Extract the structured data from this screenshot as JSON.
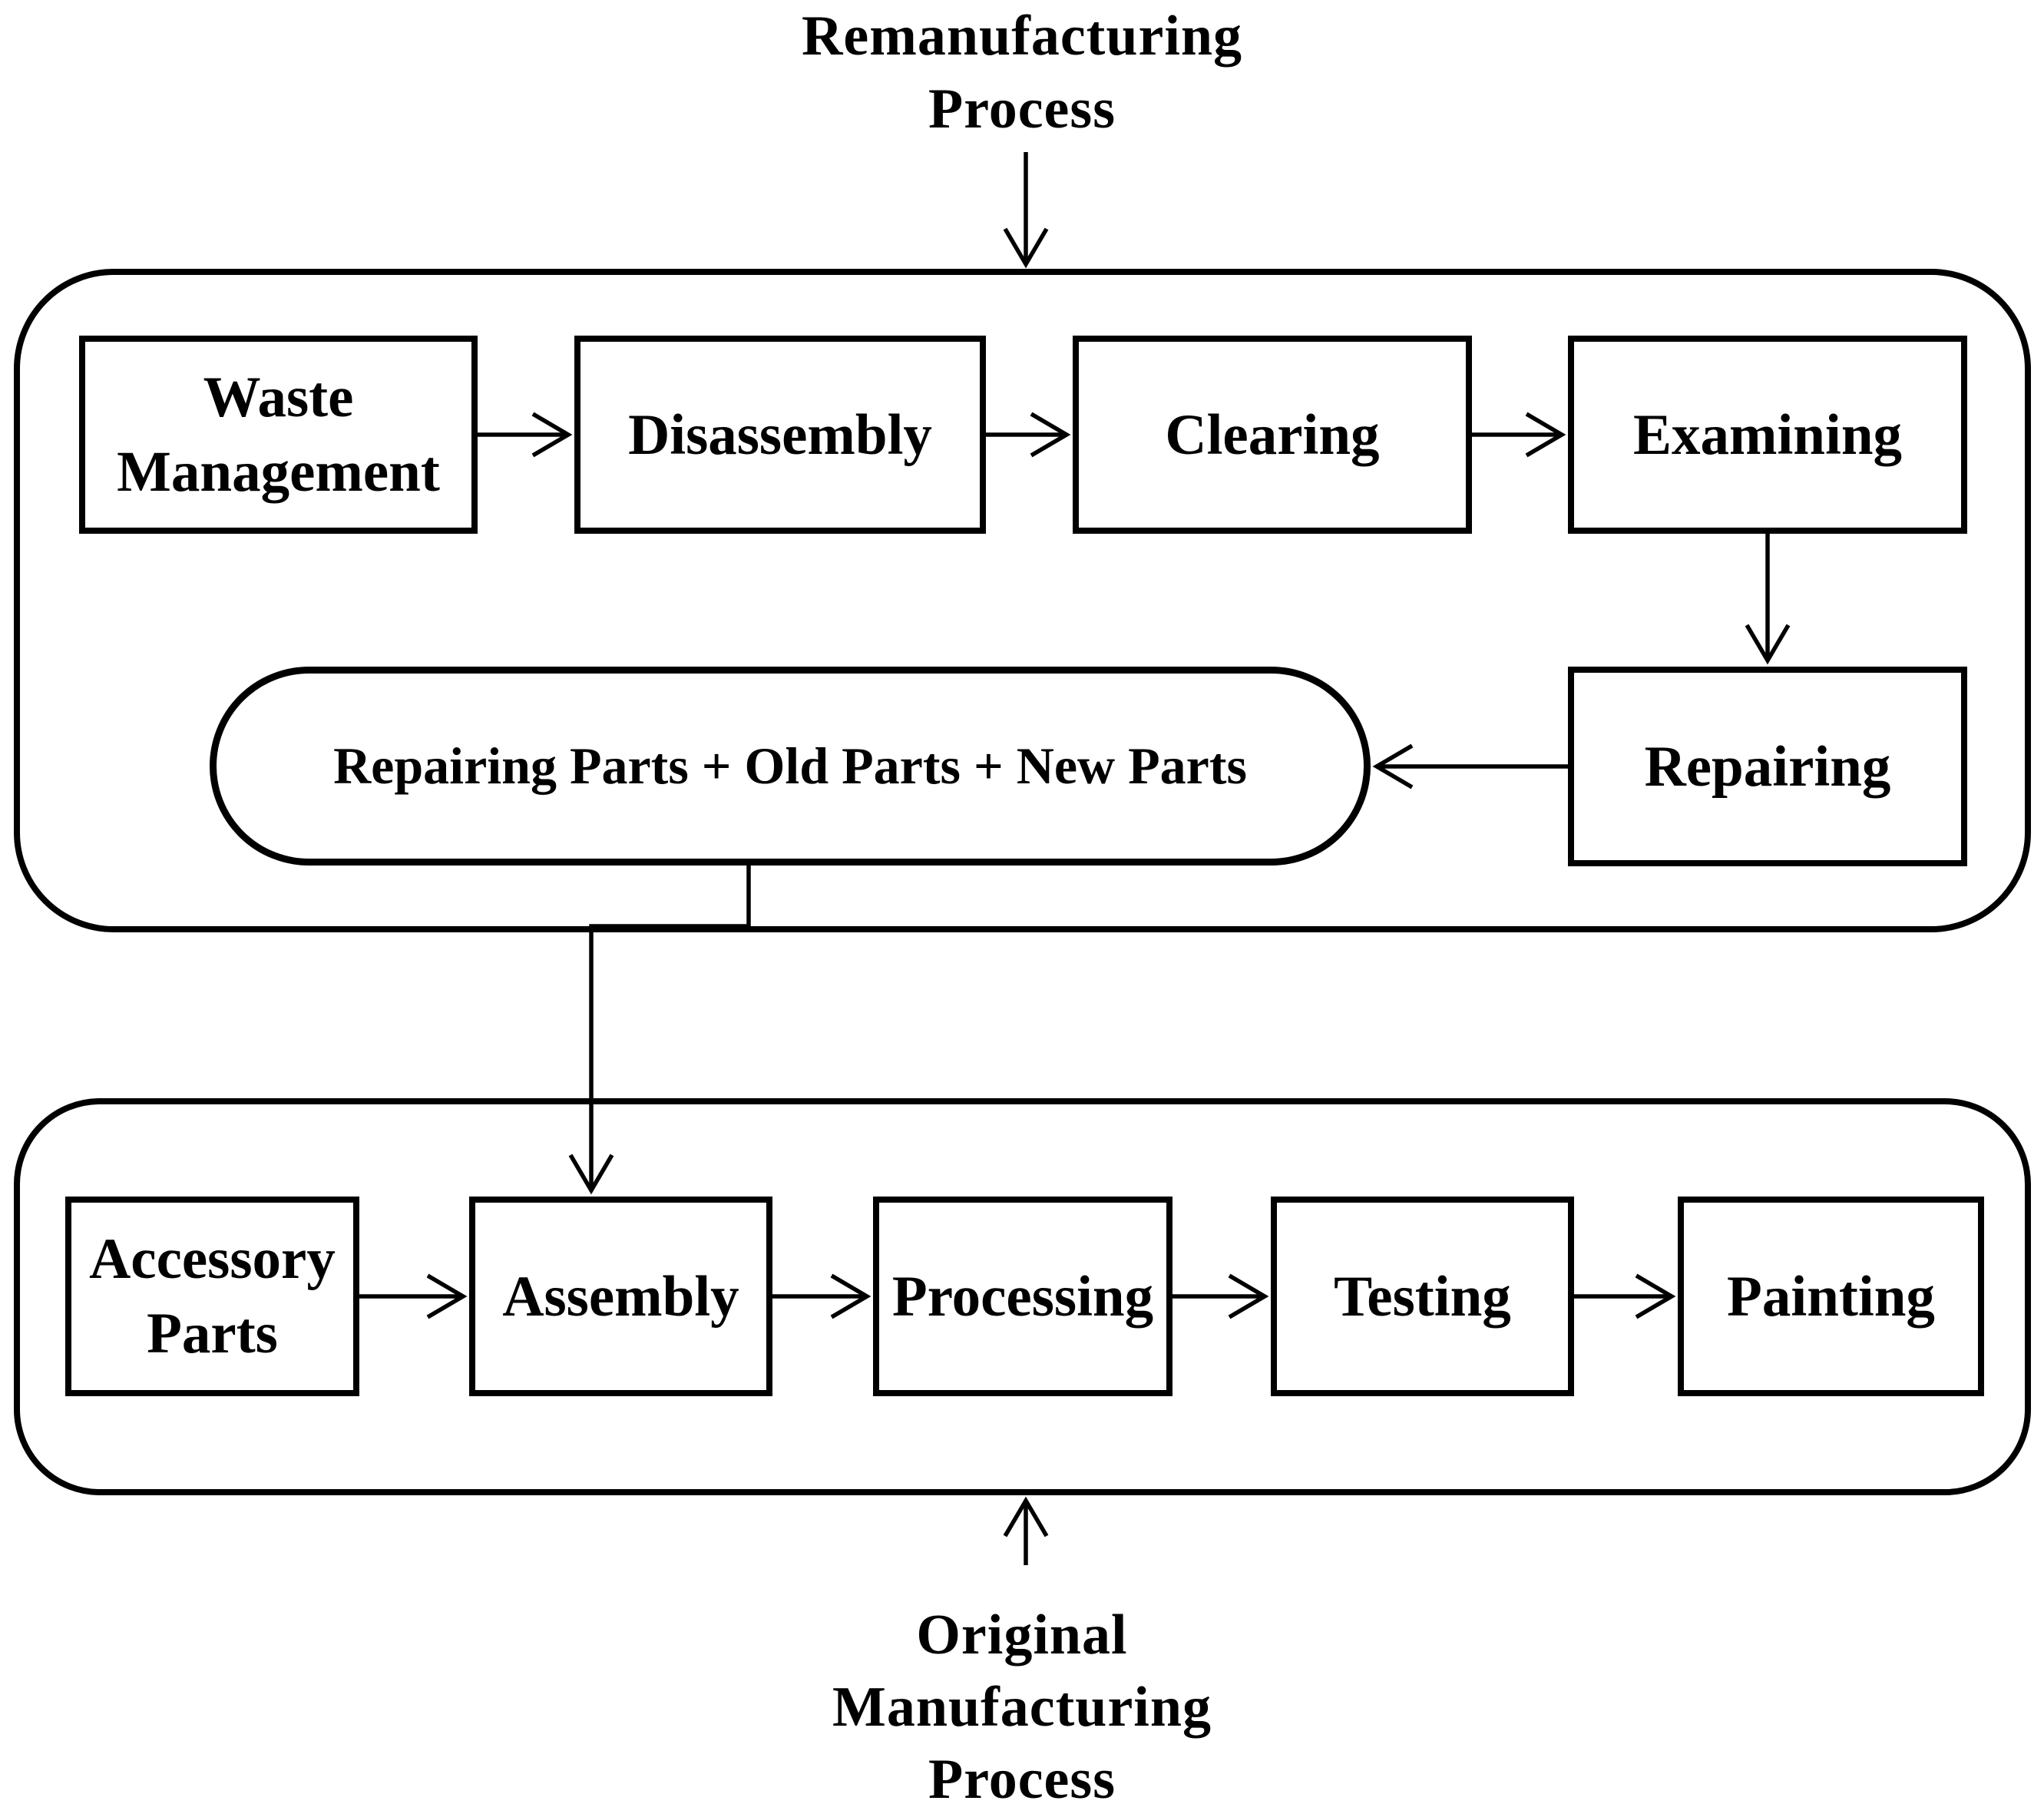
{
  "colors": {
    "ink": "#000000",
    "paper": "#ffffff"
  },
  "labels": {
    "top": "Remanufacturing\nProcess",
    "bottom": "Original\nManufacturing\nProcess"
  },
  "remanufacturing": {
    "steps": [
      "Waste\nManagement",
      "Disassembly",
      "Clearing",
      "Examining",
      "Repairing"
    ],
    "stadium": "Repairing Parts + Old Parts + New Parts"
  },
  "manufacturing": {
    "steps": [
      "Accessory\nParts",
      "Assembly",
      "Processing",
      "Testing",
      "Painting"
    ]
  },
  "icons": {
    "arrow_head": "open-v-arrowhead"
  }
}
